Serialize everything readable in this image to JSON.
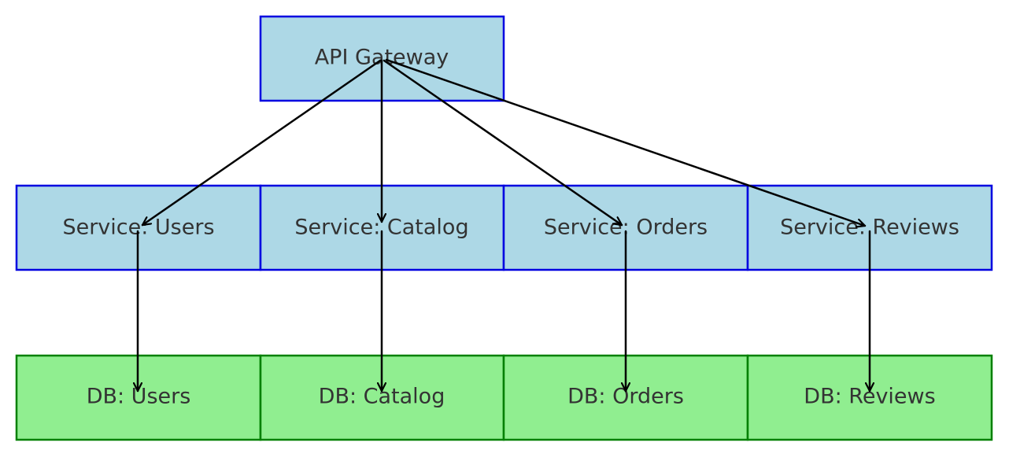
{
  "colors": {
    "service_fill": "#add8e6",
    "service_stroke": "#0000e0",
    "db_fill": "#90ee90",
    "db_stroke": "#008000",
    "text": "#333333",
    "edge": "#000000"
  },
  "gateway": {
    "id": "gateway",
    "label": "API Gateway"
  },
  "services": [
    {
      "id": "svc-users",
      "label": "Service: Users"
    },
    {
      "id": "svc-catalog",
      "label": "Service: Catalog"
    },
    {
      "id": "svc-orders",
      "label": "Service: Orders"
    },
    {
      "id": "svc-reviews",
      "label": "Service: Reviews"
    }
  ],
  "databases": [
    {
      "id": "db-users",
      "label": "DB: Users"
    },
    {
      "id": "db-catalog",
      "label": "DB: Catalog"
    },
    {
      "id": "db-orders",
      "label": "DB: Orders"
    },
    {
      "id": "db-reviews",
      "label": "DB: Reviews"
    }
  ],
  "edges": [
    {
      "from": "gateway",
      "to": "svc-users"
    },
    {
      "from": "gateway",
      "to": "svc-catalog"
    },
    {
      "from": "gateway",
      "to": "svc-orders"
    },
    {
      "from": "gateway",
      "to": "svc-reviews"
    },
    {
      "from": "svc-users",
      "to": "db-users"
    },
    {
      "from": "svc-catalog",
      "to": "db-catalog"
    },
    {
      "from": "svc-orders",
      "to": "db-orders"
    },
    {
      "from": "svc-reviews",
      "to": "db-reviews"
    }
  ]
}
